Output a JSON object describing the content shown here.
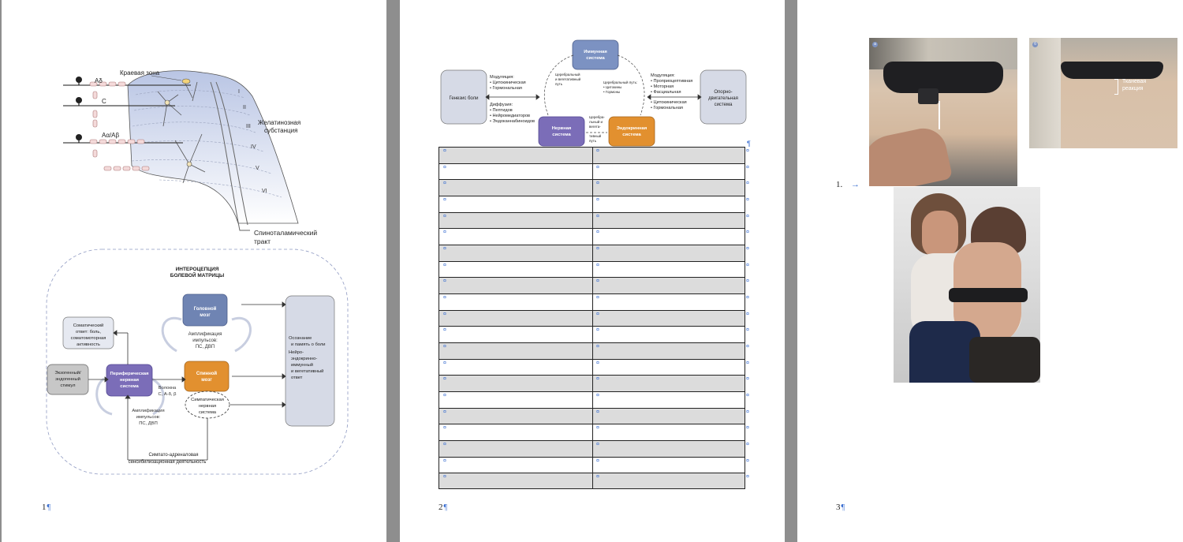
{
  "pages": [
    {
      "number": "1",
      "pilcrow": "¶"
    },
    {
      "number": "2",
      "pilcrow": "¶"
    },
    {
      "number": "3",
      "pilcrow": "¶"
    }
  ],
  "spinal": {
    "fibers": [
      "Aδ",
      "C",
      "Aα/Aβ"
    ],
    "marginal_zone": "Краевая зона",
    "gelatinosa_line1": "Желатинозная",
    "gelatinosa_line2": "субстанция",
    "laminae": [
      "I",
      "II",
      "III",
      "IV",
      "V",
      "VI"
    ],
    "tract_line1": "Спиноталамический",
    "tract_line2": "тракт"
  },
  "interoception": {
    "title_line1": "ИНТЕРОЦЕПЦИЯ",
    "title_line2": "БОЛЕВОЙ МАТРИЦЫ",
    "brain_line1": "Головной",
    "brain_line2": "мозг",
    "amp_top_line1": "Амплификация",
    "amp_top_line2": "импульсов:",
    "amp_top_line3": "ПС, ДВП",
    "somatic_line1": "Соматический",
    "somatic_line2": "ответ: боль,",
    "somatic_line3": "соматомоторная",
    "somatic_line4": "активность",
    "exo_line1": "Экзогенный/",
    "exo_line2": "эндогенный",
    "exo_line3": "стимул",
    "pns_line1": "Периферическая",
    "pns_line2": "нервная",
    "pns_line3": "система",
    "cord_line1": "Спинной",
    "cord_line2": "мозг",
    "fibers_line1": "Волокна",
    "fibers_line2": "С, А-δ, β",
    "sns_line1": "Симпатическая",
    "sns_line2": "нервная",
    "sns_line3": "система",
    "amp_bot_line1": "Амплификация",
    "amp_bot_line2": "импульсов:",
    "amp_bot_line3": "ПС, ДВП",
    "aware_line1": "Осознание",
    "aware_line2": "и память о боли",
    "aware_line3": "Нейро-",
    "aware_line4": "эндокринно-",
    "aware_line5": "иммунный",
    "aware_line6": "и вегетативный",
    "aware_line7": "ответ",
    "sa_line1": "Симпато-адреналовая",
    "sa_line2": "сенсибилизационная деятельность"
  },
  "systems": {
    "genesis": "Генезис боли",
    "immune_line1": "Иммунная",
    "immune_line2": "система",
    "nervous_line1": "Нервная",
    "nervous_line2": "система",
    "endocrine_line1": "Эндокринная",
    "endocrine_line2": "система",
    "locomotor_line1": "Опорно-",
    "locomotor_line2": "двигательная",
    "locomotor_line3": "система",
    "mod_left_title": "Модуляция:",
    "mod_left_1": "• Цитокиническая",
    "mod_left_2": "• Гормональная",
    "diff_title": "Диффузия:",
    "diff_1": "• Пептидов",
    "diff_2": "• Нейромедиаторов",
    "diff_3": "• Эндоканнабиноидов",
    "mod_right_title": "Модуляция:",
    "mod_right_1": "• Проприоцептивная",
    "mod_right_2": "• Моторная",
    "mod_right_3": "• Фасциальная",
    "mod_right_4": "• Цитокиническая",
    "mod_right_5": "• Гормональная",
    "path_left_1": "Церебральный",
    "path_left_2": "и вегетативный",
    "path_left_3": "путь",
    "path_right_1": "Церебральный путь:",
    "path_right_2": "• Цитокины",
    "path_right_3": "• Гормоны",
    "path_mid_1": "Церебра-",
    "path_mid_2": "льный и",
    "path_mid_3": "вегета-",
    "path_mid_4": "тивный",
    "path_mid_5": "путь",
    "pilcrow": "¶"
  },
  "table": {
    "rows": 21,
    "cell_mark": "¤"
  },
  "photos": {
    "photo_a_label": "a",
    "photo_b_label": "б",
    "tissue_line1": "Тканевая",
    "tissue_line2": "реакция"
  },
  "list_item": {
    "number": "1.",
    "arrow": "→"
  },
  "colors": {
    "brain": "#6f84b3",
    "pns": "#7b6db8",
    "cord": "#e2902f",
    "immune": "#7c92c2",
    "endocrine": "#e2902f",
    "grey_box": "#d6dae6",
    "table_shade": "#dcdcdc",
    "mark": "#3b6fd1"
  }
}
